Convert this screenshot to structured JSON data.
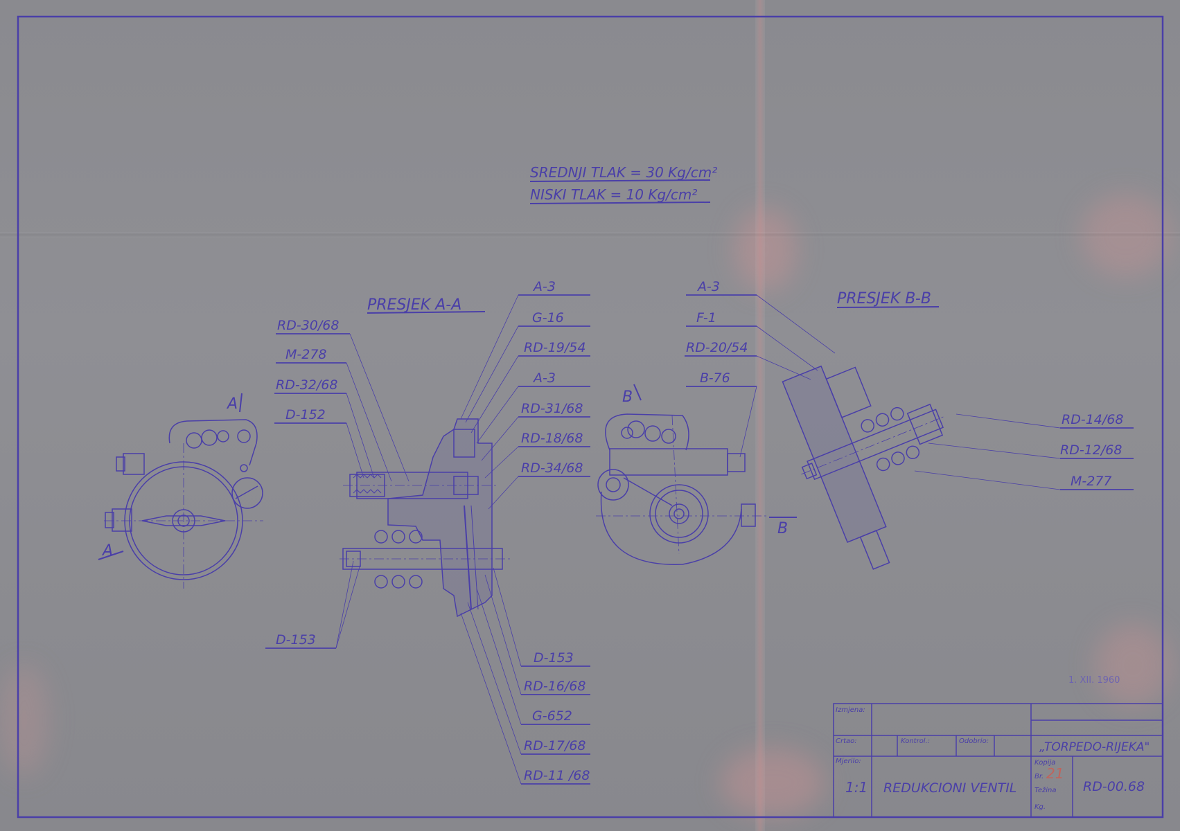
{
  "notes": {
    "line1": "SREDNJI TLAK = 30 Kg/cm²",
    "line2": "NISKI TLAK = 10 Kg/cm²"
  },
  "sections": {
    "aa_title": "PRESJEK A-A",
    "bb_title": "PRESJEK B-B",
    "mark_a_top": "A",
    "mark_a_bottom": "A",
    "mark_b_top": "B",
    "mark_b_bottom": "B"
  },
  "labels_aa_left": [
    "RD-30/68",
    "M-278",
    "RD-32/68",
    "D-152"
  ],
  "labels_aa_right_top": [
    "A-3",
    "G-16",
    "RD-19/54",
    "A-3",
    "RD-31/68",
    "RD-18/68",
    "RD-34/68"
  ],
  "labels_aa_bottom_left": [
    "D-153"
  ],
  "labels_aa_bottom_right": [
    "D-153",
    "RD-16/68",
    "G-652",
    "RD-17/68",
    "RD-11 /68"
  ],
  "labels_bb_left": [
    "A-3",
    "F-1",
    "RD-20/54",
    "B-76"
  ],
  "labels_bb_right": [
    "RD-14/68",
    "RD-12/68",
    "M-277"
  ],
  "stamp": "1. XII. 1960",
  "title_block": {
    "izmjena_label": "Izmjena:",
    "crtao_label": "Crtao:",
    "kontrol_label": "Kontrol.:",
    "odobrio_label": "Odobrio:",
    "company": "„TORPEDO-RIJEKA\"",
    "mjerilo_label": "Mjerilo:",
    "scale": "1:1",
    "part_name": "REDUKCIONI VENTIL",
    "kopija_label": "Kopija",
    "br_label": "Br.",
    "copy_number": "21",
    "tezina_label": "Težina",
    "kg_label": "Kg.",
    "drawing_number": "RD-00.68"
  },
  "colors": {
    "paper": "#8e8e92",
    "ink": "#4a3fa8"
  }
}
